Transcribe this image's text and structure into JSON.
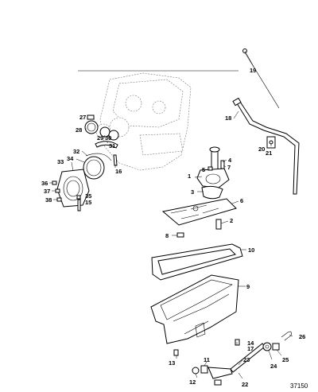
{
  "diagram": {
    "reference_number": "37150",
    "callouts": [
      {
        "id": "c1",
        "label": "1"
      },
      {
        "id": "c2",
        "label": "2"
      },
      {
        "id": "c3",
        "label": "3"
      },
      {
        "id": "c4",
        "label": "4"
      },
      {
        "id": "c5",
        "label": "5"
      },
      {
        "id": "c6",
        "label": "6"
      },
      {
        "id": "c7",
        "label": "7"
      },
      {
        "id": "c8",
        "label": "8"
      },
      {
        "id": "c9",
        "label": "9"
      },
      {
        "id": "c10",
        "label": "10"
      },
      {
        "id": "c11",
        "label": "11"
      },
      {
        "id": "c12",
        "label": "12"
      },
      {
        "id": "c13",
        "label": "13"
      },
      {
        "id": "c14",
        "label": "14"
      },
      {
        "id": "c15",
        "label": "15"
      },
      {
        "id": "c16",
        "label": "16"
      },
      {
        "id": "c17",
        "label": "17"
      },
      {
        "id": "c18",
        "label": "18"
      },
      {
        "id": "c19",
        "label": "19"
      },
      {
        "id": "c20",
        "label": "20"
      },
      {
        "id": "c21",
        "label": "21"
      },
      {
        "id": "c22",
        "label": "22"
      },
      {
        "id": "c23",
        "label": "23"
      },
      {
        "id": "c24",
        "label": "24"
      },
      {
        "id": "c25",
        "label": "25"
      },
      {
        "id": "c26",
        "label": "26"
      },
      {
        "id": "c27",
        "label": "27"
      },
      {
        "id": "c28",
        "label": "28"
      },
      {
        "id": "c29",
        "label": "29"
      },
      {
        "id": "c30",
        "label": "30"
      },
      {
        "id": "c31",
        "label": "31"
      },
      {
        "id": "c32",
        "label": "32"
      },
      {
        "id": "c33",
        "label": "33"
      },
      {
        "id": "c34",
        "label": "34"
      },
      {
        "id": "c35",
        "label": "35"
      },
      {
        "id": "c36",
        "label": "36"
      },
      {
        "id": "c37",
        "label": "37"
      },
      {
        "id": "c38",
        "label": "38"
      }
    ]
  }
}
